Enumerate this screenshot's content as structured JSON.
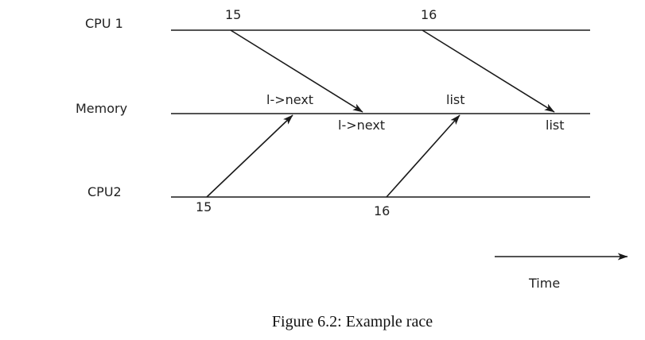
{
  "rows": {
    "cpu1": "CPU 1",
    "memory": "Memory",
    "cpu2": "CPU2"
  },
  "events": {
    "cpu1_first": "15",
    "cpu1_second": "16",
    "cpu2_first": "15",
    "cpu2_second": "16",
    "mem_write_cpu2_first": "l->next",
    "mem_write_cpu1_first": "l->next",
    "mem_write_cpu2_second": "list",
    "mem_write_cpu1_second": "list"
  },
  "time_label": "Time",
  "caption": "Figure 6.2: Example race"
}
